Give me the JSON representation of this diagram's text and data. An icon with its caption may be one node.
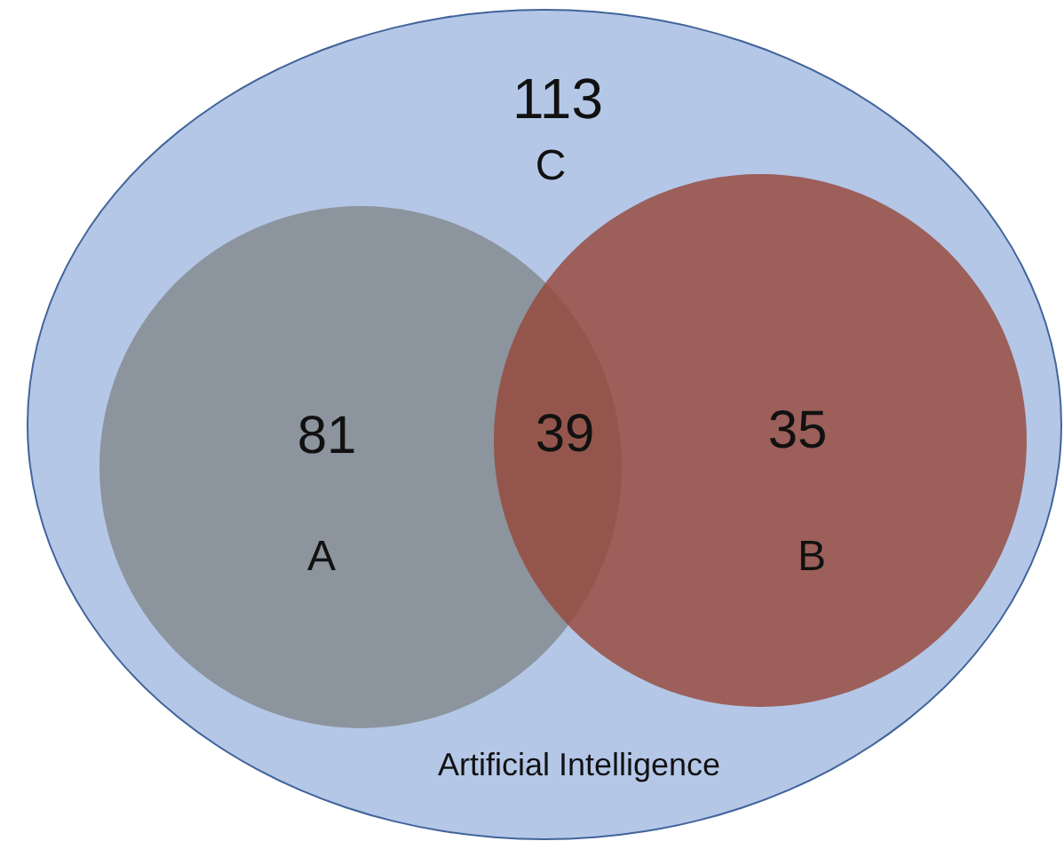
{
  "diagram": {
    "nodes": [
      {
        "text": [
          "113",
          "C",
          "Artificial Intelligence"
        ]
      },
      {
        "text": [
          "81",
          "A"
        ],
        "in": 0
      },
      {
        "text": [
          "35",
          "B"
        ],
        "in": 0
      }
    ],
    "labels": [
      "39"
    ]
  }
}
